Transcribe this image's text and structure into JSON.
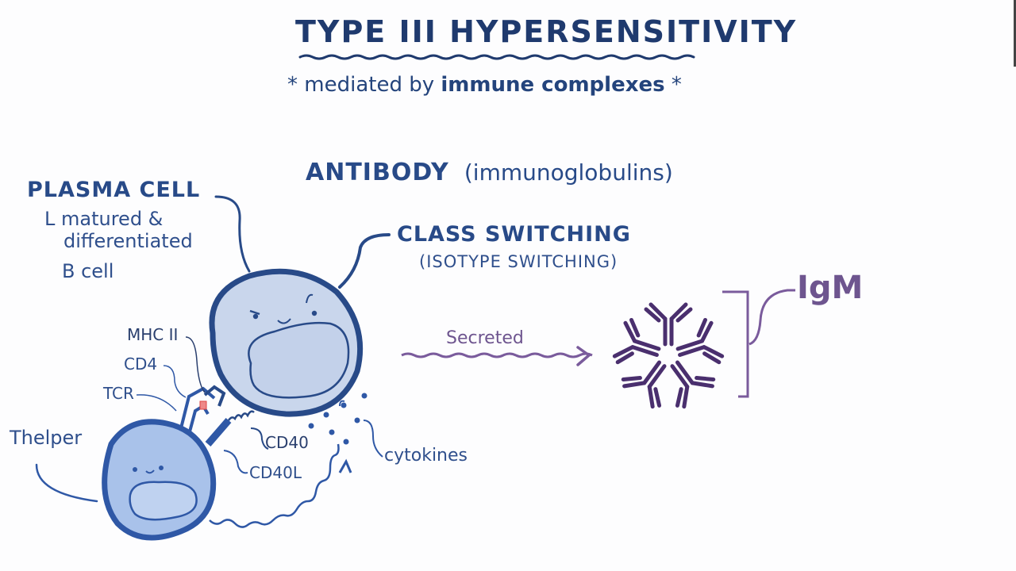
{
  "title": "TYPE III HYPERSENSITIVITY",
  "subtitle": {
    "prefix": "* mediated by",
    "emphasis": "immune complexes",
    "suffix": "*"
  },
  "antibody": {
    "heading": "ANTIBODY",
    "aside": "(immunoglobulins)"
  },
  "class_switching": {
    "heading": "CLASS SWITCHING",
    "aside": "(ISOTYPE SWITCHING)"
  },
  "plasma_cell": {
    "heading": "PLASMA CELL",
    "desc_line1": "L matured &",
    "desc_line2": "differentiated",
    "desc_line3": "B cell"
  },
  "labels": {
    "mhc2": "MHC II",
    "cd4": "CD4",
    "tcr": "TCR",
    "thelper": "Thelper",
    "cd40": "CD40",
    "cd40l": "CD40L",
    "cytokines": "cytokines",
    "secreted": "Secreted",
    "igm": "IgM"
  },
  "colors": {
    "ink_blue": "#284a88",
    "plasma_fill": "#c9d6ec",
    "thelper_fill": "#a9c2ea",
    "purple": "#6e558f",
    "antigen_red": "#d44"
  }
}
